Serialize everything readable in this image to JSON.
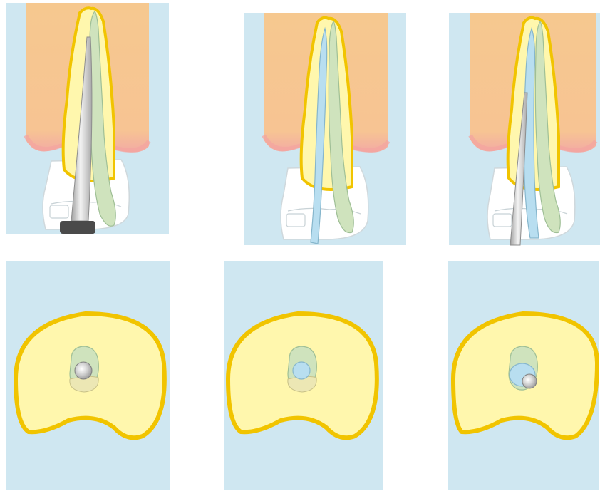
{
  "figure": {
    "panels_top": [
      {
        "id": "top-1",
        "instrument": "single-file-instrument",
        "canal_fill": [
          "green"
        ]
      },
      {
        "id": "top-2",
        "instrument": "none",
        "canal_fill": [
          "blue",
          "green"
        ]
      },
      {
        "id": "top-3",
        "instrument": "second-file-instrument",
        "canal_fill": [
          "blue",
          "green"
        ]
      }
    ],
    "panels_bottom": [
      {
        "id": "bottom-1",
        "canal_marks": [
          "green",
          "metal-disc"
        ]
      },
      {
        "id": "bottom-2",
        "canal_marks": [
          "green",
          "blue"
        ]
      },
      {
        "id": "bottom-3",
        "canal_marks": [
          "green",
          "blue",
          "metal-disc"
        ]
      }
    ]
  },
  "colors": {
    "panel_bg": "#cfe7f1",
    "gum": "#f6c88f",
    "gum_edge": "#f0a6a0",
    "dentin": "#fff7ad",
    "outline": "#f1c400",
    "crown": "#ffffff",
    "canal_green": "#cfe3bd",
    "canal_blue": "#b8def0",
    "instrument": "#c7c7c7",
    "handle": "#4a4a4a"
  }
}
